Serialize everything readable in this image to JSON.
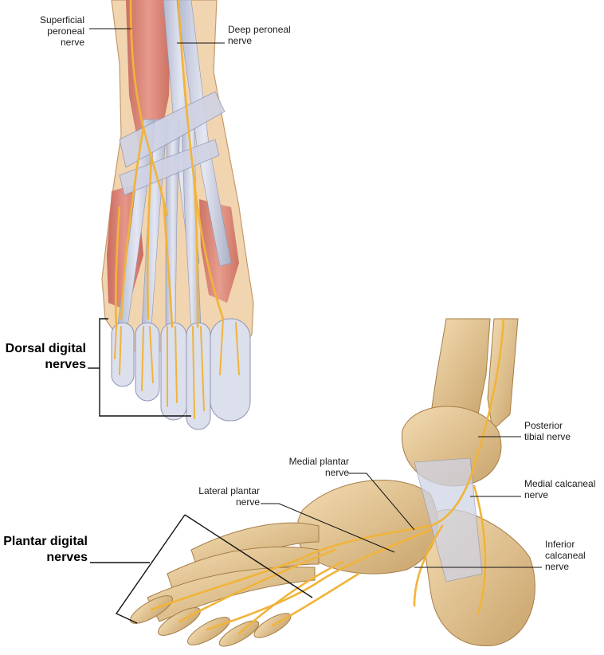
{
  "labels": {
    "superficial_peroneal": "Superficial\nperoneal nerve",
    "deep_peroneal": "Deep peroneal\nnerve",
    "dorsal_digital": "Dorsal digital\nnerves",
    "posterior_tibial": "Posterior\ntibial nerve",
    "medial_plantar": "Medial plantar\nnerve",
    "medial_calcaneal": "Medial calcaneal\nnerve",
    "lateral_plantar": "Lateral plantar\nnerve",
    "plantar_digital": "Plantar digital\nnerves",
    "inferior_calcaneal": "Inferior\ncalcaneal\nnerve"
  },
  "colors": {
    "nerve": "#f0b43a",
    "nerve_outline": "#6b4a10",
    "bone": "#e6c99b",
    "bone_shadow": "#c9a36b",
    "muscle": "#d9867a",
    "tendon": "#c8cde0",
    "skin": "#f2d7b5",
    "leader": "#111111"
  }
}
